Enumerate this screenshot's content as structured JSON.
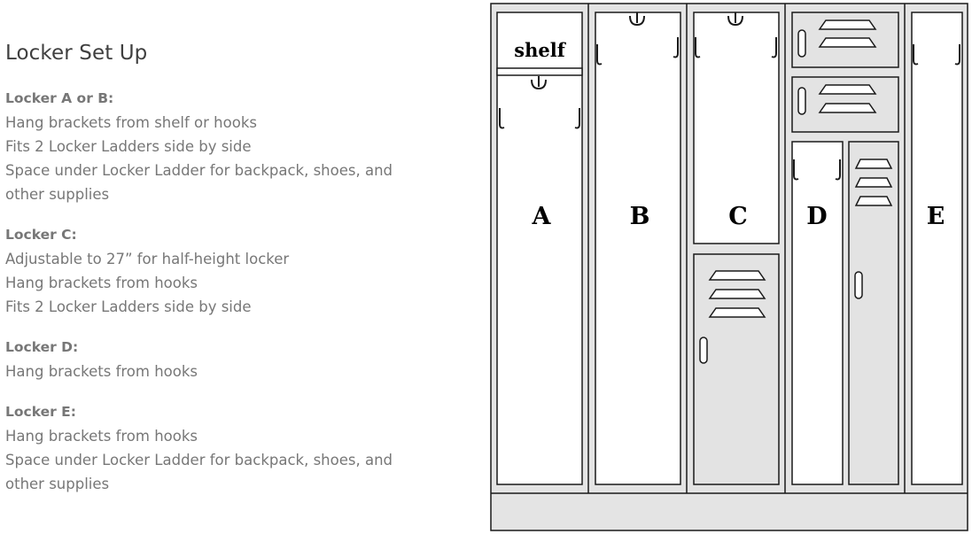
{
  "title": "Locker Set Up",
  "sections": [
    {
      "heading": "Locker A or B:",
      "lines": [
        "Hang brackets from shelf or hooks",
        "Fits 2 Locker Ladders side by side",
        "Space under Locker Ladder for backpack, shoes, and",
        "other supplies"
      ]
    },
    {
      "heading": "Locker C:",
      "lines": [
        "Adjustable to 27” for half-height locker",
        "Hang brackets from hooks",
        "Fits 2 Locker Ladders side by side"
      ]
    },
    {
      "heading": "Locker D:",
      "lines": [
        "Hang brackets from hooks"
      ]
    },
    {
      "heading": "Locker E:",
      "lines": [
        "Hang brackets from hooks",
        "Space under Locker Ladder for backpack, shoes, and",
        "other supplies"
      ]
    }
  ],
  "diagram": {
    "shelf_label": "shelf",
    "locker_labels": [
      "A",
      "B",
      "C",
      "D",
      "E"
    ],
    "colors": {
      "frame": "#e4e4e4",
      "locker_interior": "#ffffff",
      "door_fill": "#e3e3e3",
      "stroke": "#1a1a1a"
    }
  }
}
